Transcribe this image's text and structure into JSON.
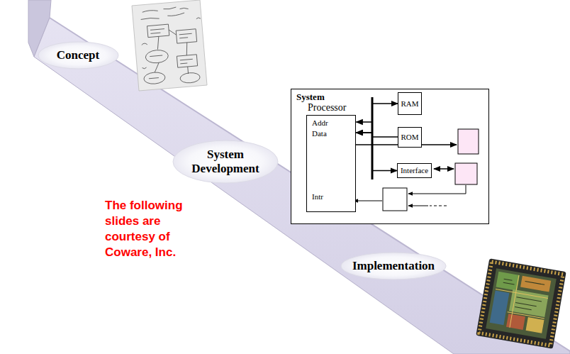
{
  "diagram": {
    "nodes": [
      {
        "text": [
          "Concept"
        ]
      },
      {
        "text": [
          "System"
        ]
      },
      {
        "text": [
          "Processor",
          "Addr",
          "Data",
          "Intr"
        ],
        "in": 1
      },
      {
        "text": [
          "RAM"
        ],
        "in": 1
      },
      {
        "text": [
          "ROM"
        ],
        "in": 1
      },
      {
        "text": [
          "Interface"
        ],
        "in": 1
      },
      {
        "text": [
          "System Development"
        ]
      },
      {
        "text": [
          "Implementation"
        ]
      }
    ],
    "edges": [
      {
        "from": 2,
        "to": 3,
        "arrow": "both"
      },
      {
        "from": 4,
        "to": 2,
        "arrow": "to"
      },
      {
        "from": 2,
        "to": 5,
        "arrow": "both"
      }
    ],
    "labels": [
      "The following slides are courtesy of Coware, Inc."
    ]
  }
}
